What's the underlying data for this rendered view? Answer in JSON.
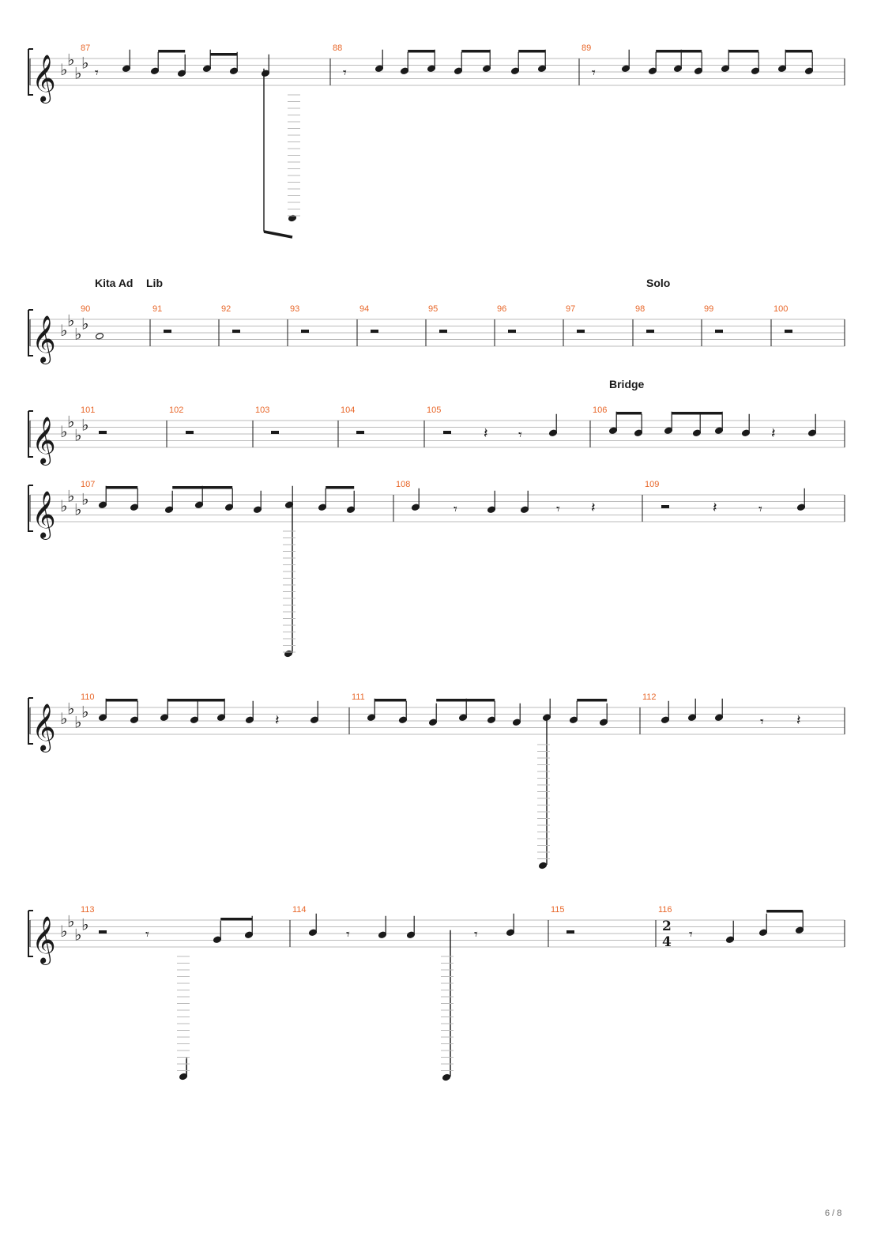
{
  "page": {
    "indicator": "6 / 8"
  },
  "score": {
    "key_signature": "A-flat major (4 flats)",
    "clef": "treble-clef",
    "sections": [
      {
        "id": "kita",
        "label": "Kita Ad"
      },
      {
        "id": "lib",
        "label": "Lib"
      },
      {
        "id": "solo",
        "label": "Solo"
      },
      {
        "id": "bridge",
        "label": "Bridge"
      }
    ],
    "systems": [
      {
        "measures": [
          "87",
          "88",
          "89"
        ]
      },
      {
        "measures": [
          "90",
          "91",
          "92",
          "93",
          "94",
          "95",
          "96",
          "97",
          "98",
          "99",
          "100"
        ]
      },
      {
        "measures": [
          "101",
          "102",
          "103",
          "104",
          "105",
          "106"
        ]
      },
      {
        "measures": [
          "107",
          "108",
          "109"
        ]
      },
      {
        "measures": [
          "110",
          "111",
          "112"
        ]
      },
      {
        "measures": [
          "113",
          "114",
          "115",
          "116"
        ]
      }
    ],
    "time_signature_change": {
      "measure": "116",
      "numerator": "2",
      "denominator": "4"
    }
  },
  "colors": {
    "measure_number": "#e8672a",
    "staff_line": "#bbbbbb",
    "ink": "#1a1a1a"
  }
}
